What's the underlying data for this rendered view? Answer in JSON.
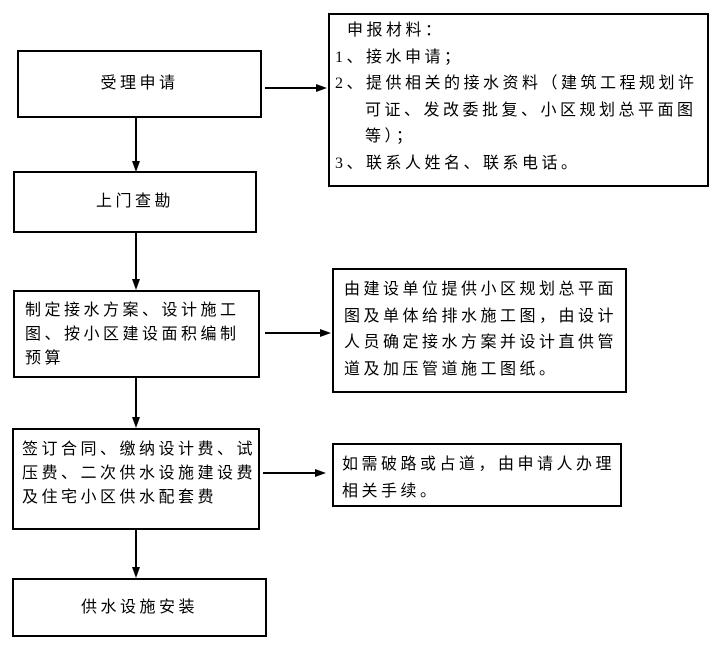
{
  "flowchart": {
    "colors": {
      "border": "#000000",
      "text": "#000000",
      "background": "#ffffff"
    },
    "steps": [
      {
        "label": "受理申请"
      },
      {
        "label": "上门查勘"
      },
      {
        "label": "制定接水方案、设计施工图、按小区建设面积编制预算"
      },
      {
        "label": "签订合同、缴纳设计费、试压费、二次供水设施建设费及住宅小区供水配套费"
      },
      {
        "label": "供水设施安装"
      }
    ],
    "notes": [
      {
        "title": "申报材料：",
        "items": [
          "1、接水申请；",
          "2、提供相关的接水资料（建筑工程规划许可证、发改委批复、小区规划总平面图等）；",
          "3、联系人姓名、联系电话。"
        ]
      },
      {
        "text": "由建设单位提供小区规划总平面图及单体给排水施工图，由设计人员确定接水方案并设计直供管道及加压管道施工图纸。"
      },
      {
        "text": "如需破路或占道，由申请人办理相关手续。"
      }
    ]
  }
}
